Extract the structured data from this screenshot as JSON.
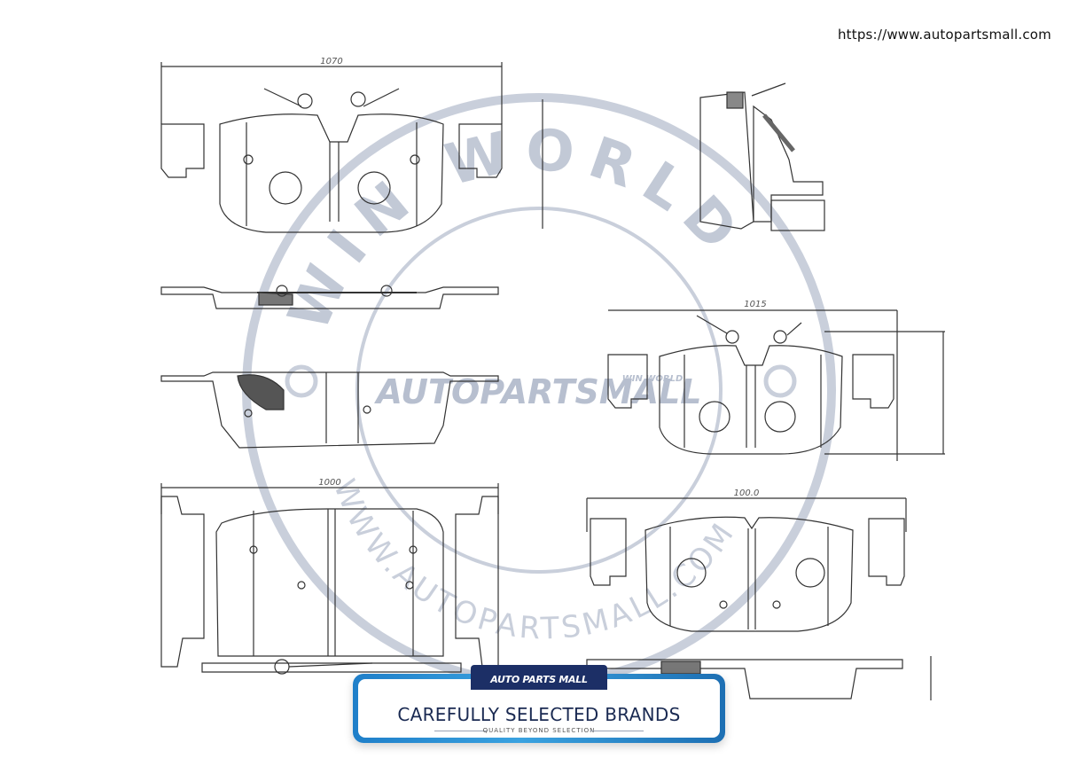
{
  "header": {
    "url": "https://www.autopartsmall.com"
  },
  "watermark": {
    "arc_text": "WIN WORLD",
    "brand": "AUTOPARTSMALL",
    "brand_small": "WIN WORLD",
    "site_arc": "WWW.AUTOPARTSMALL.COM"
  },
  "banner": {
    "logo": "AUTO PARTS MALL",
    "title": "CAREFULLY SELECTED BRANDS",
    "subtitle": "QUALITY BEYOND SELECTION"
  },
  "drawing": {
    "dim_top_left": "1070",
    "dim_mid_right": "1015",
    "dim_bottom_left": "1000",
    "dim_bottom_right": "100.0"
  },
  "colors": {
    "line": "#333333",
    "watermark": "#c9cfdb",
    "banner_border": "#2a8fd6",
    "logo_bg": "#1c2f66"
  }
}
